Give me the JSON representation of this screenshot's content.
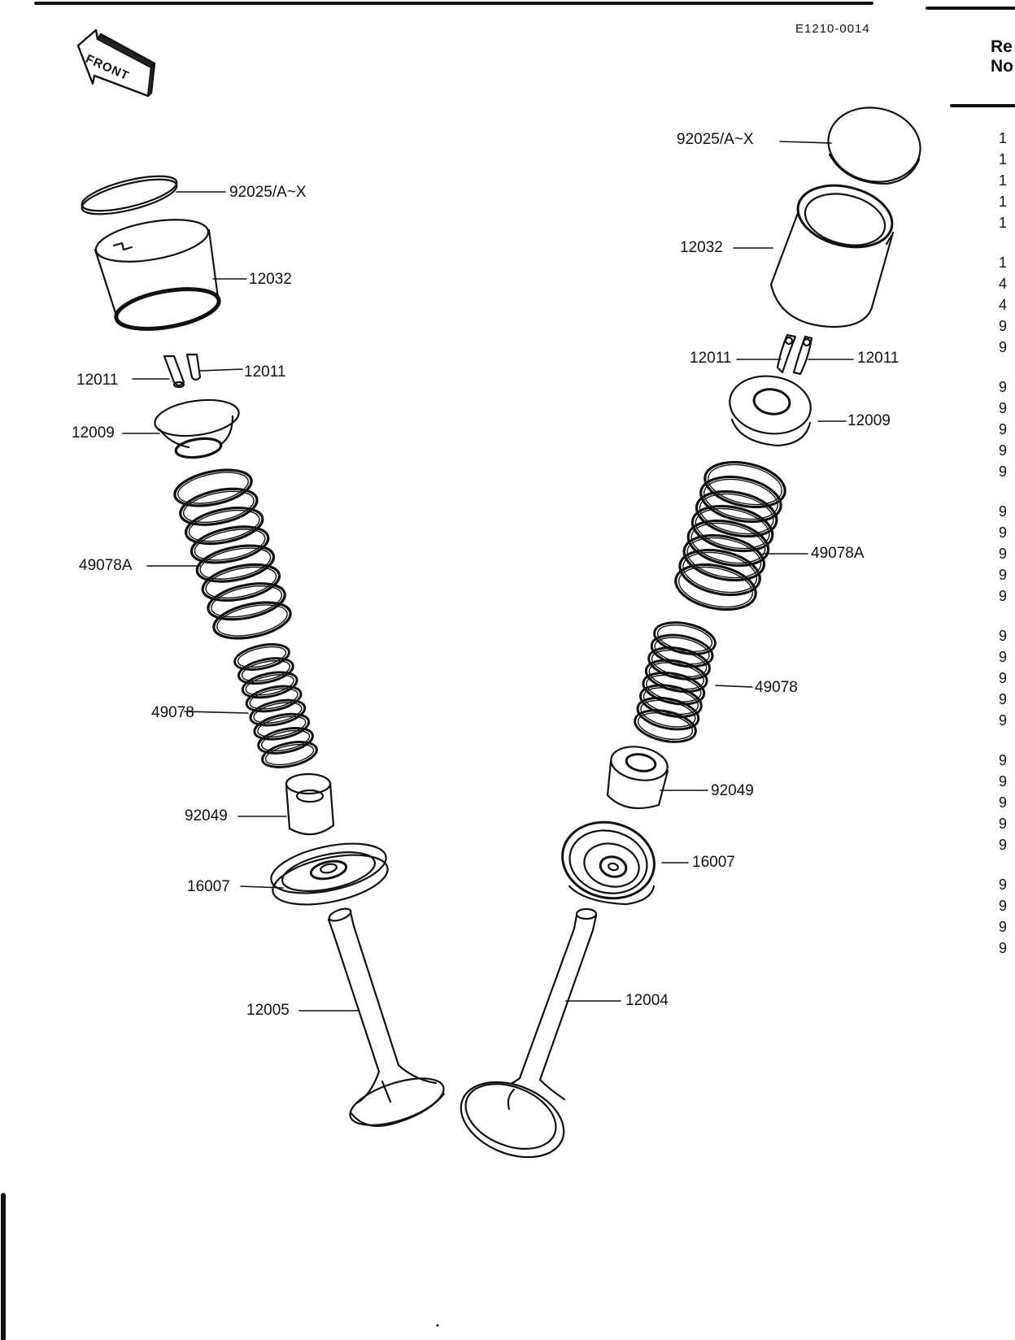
{
  "diagram_code": "E1210-0014",
  "front_label": "FRONT",
  "table_header": "Re\nNo",
  "ref_column_partial": [
    "1",
    "1",
    "1",
    "1",
    "1",
    "1",
    "4",
    "4",
    "9",
    "9",
    "9",
    "9",
    "9",
    "9",
    "9",
    "9",
    "9",
    "9",
    "9",
    "9",
    "9",
    "9",
    "9",
    "9",
    "9",
    "9",
    "9",
    "9",
    "9",
    "9",
    "9",
    "9",
    "9",
    "9"
  ],
  "left_labels": {
    "shim": "92025/A~X",
    "tappet": "12032",
    "keeper_left": "12011",
    "keeper_right": "12011",
    "retainer": "12009",
    "outer_spring": "49078A",
    "inner_spring": "49078",
    "stem_seal": "92049",
    "spring_seat": "16007",
    "valve": "12005"
  },
  "right_labels": {
    "shim": "92025/A~X",
    "tappet": "12032",
    "keeper_left": "12011",
    "keeper_right": "12011",
    "retainer": "12009",
    "outer_spring": "49078A",
    "inner_spring": "49078",
    "stem_seal": "92049",
    "spring_seat": "16007",
    "valve": "12004"
  }
}
